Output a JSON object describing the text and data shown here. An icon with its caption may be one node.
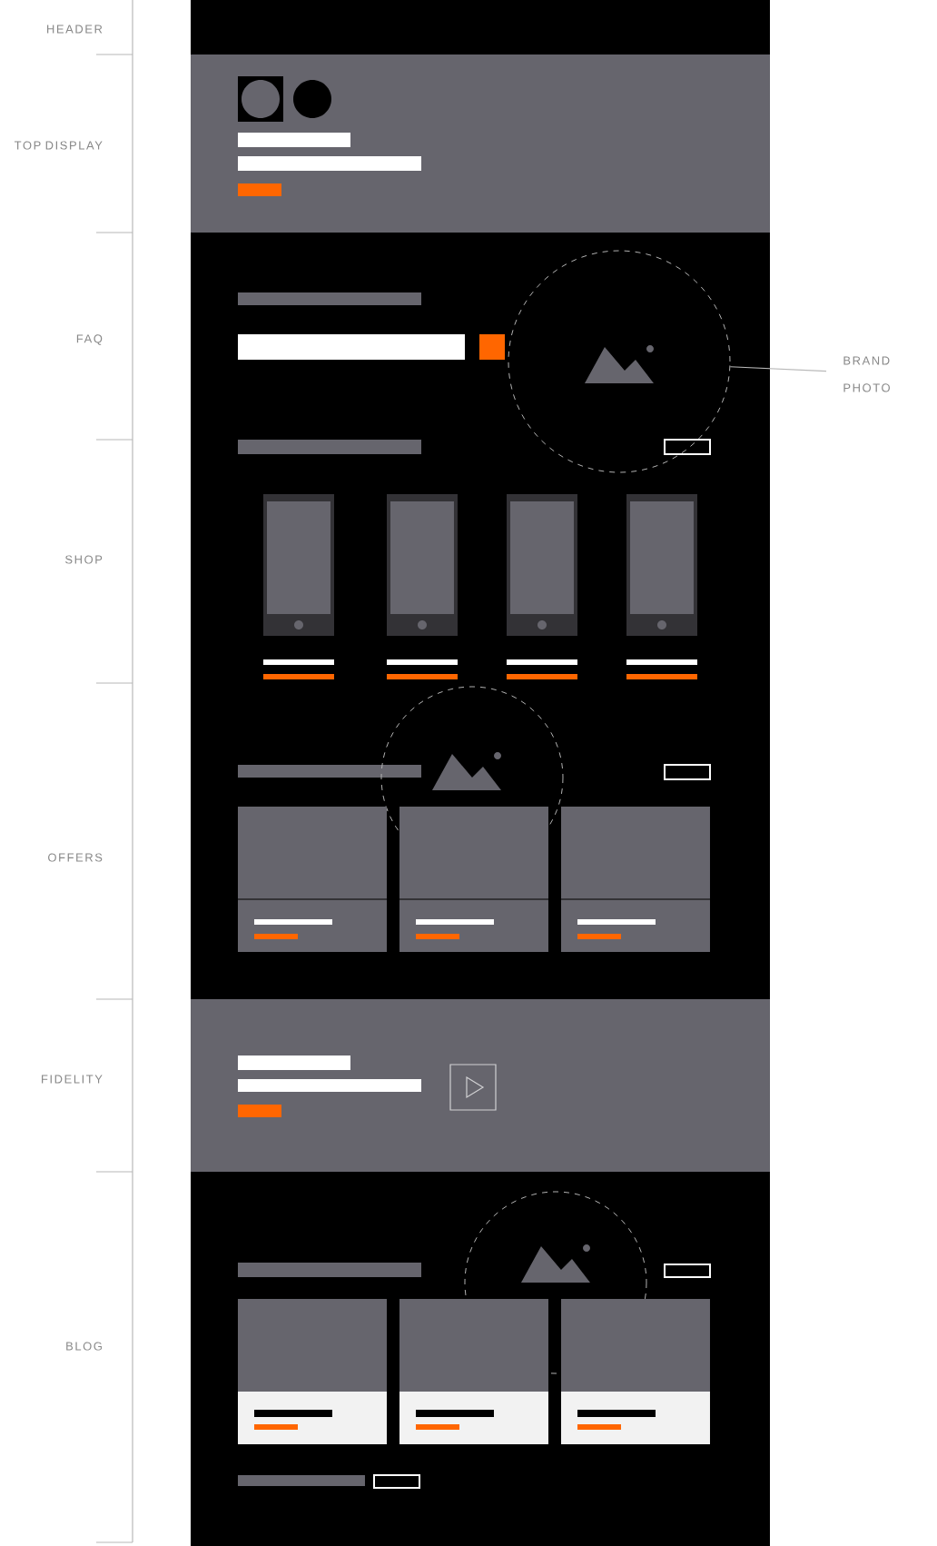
{
  "diagram": {
    "nodes": [
      {
        "text": [
          "BRAND PHOTO"
        ]
      },
      {
        "text": [],
        "shape": "circle"
      }
    ],
    "edges": [
      {
        "from": 0,
        "to": 1,
        "arrow": "none"
      }
    ],
    "labels": [
      "HEADER",
      "TOP DISPLAY",
      "FAQ",
      "SHOP",
      "OFFERS",
      "FIDELITY",
      "BLOG"
    ]
  }
}
